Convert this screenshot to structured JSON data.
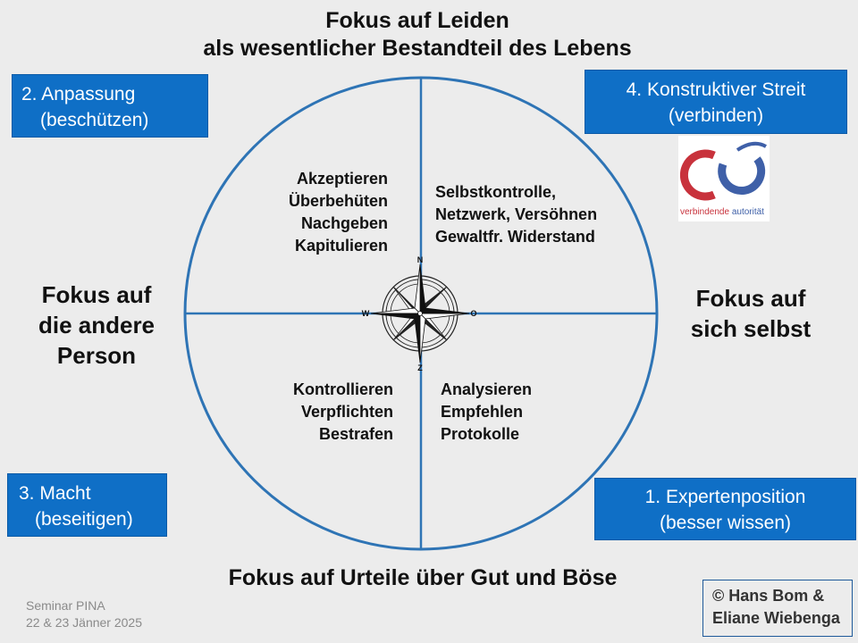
{
  "title_top": {
    "line1": "Fokus auf Leiden",
    "line2": "als wesentlicher Bestandteil des Lebens"
  },
  "title_bottom": "Fokus auf Urteile über Gut und Böse",
  "left_label": {
    "line1": "Fokus auf",
    "line2": "die andere",
    "line3": "Person"
  },
  "right_label": {
    "line1": "Fokus auf",
    "line2": "sich selbst"
  },
  "quadrants": {
    "top_left": [
      "Akzeptieren",
      "Überbehüten",
      "Nachgeben",
      "Kapitulieren"
    ],
    "top_right": [
      "Selbstkontrolle,",
      "Netzwerk, Versöhnen",
      "Gewaltfr. Widerstand"
    ],
    "bottom_left": [
      "Kontrollieren",
      "Verpflichten",
      "Bestrafen"
    ],
    "bottom_right": [
      "Analysieren",
      "Empfehlen",
      "Protokolle"
    ]
  },
  "boxes": {
    "anpassung": {
      "line1": "2. Anpassung",
      "line2": "(beschützen)"
    },
    "streit": {
      "line1": "4. Konstruktiver Streit",
      "line2": "(verbinden)"
    },
    "macht": {
      "line1": "3. Macht",
      "line2": "(beseitigen)"
    },
    "experten": {
      "line1": "1. Expertenposition",
      "line2": "(besser wissen)"
    }
  },
  "compass": {
    "north": "N",
    "south": "Z",
    "west": "W",
    "east": "O"
  },
  "logo": {
    "caption_part1": "verbindende ",
    "caption_part2": "autorität",
    "red": "#c8323c",
    "blue": "#3f60a8"
  },
  "footer": {
    "line1": "Seminar PINA",
    "line2": "22 & 23 Jänner 2025"
  },
  "copyright": {
    "line1": "© Hans Bom &",
    "line2": "Eliane Wiebenga"
  },
  "colors": {
    "circle": "#2e74b5",
    "box_blue": "#0f6fc6",
    "background": "#ececec"
  }
}
